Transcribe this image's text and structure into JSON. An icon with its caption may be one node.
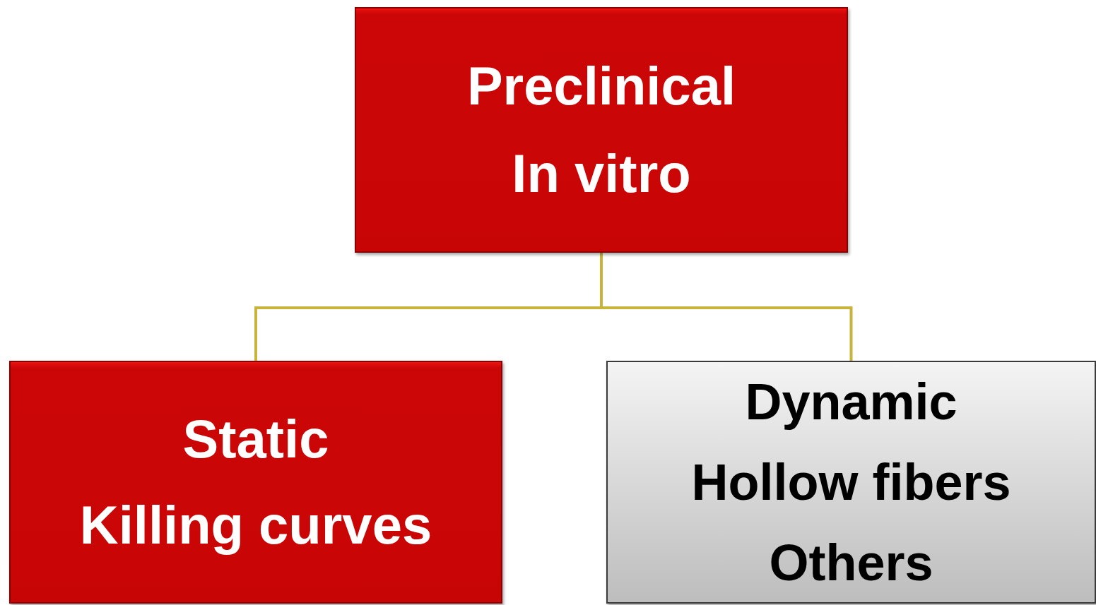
{
  "diagram": {
    "nodes": [
      {
        "text": [
          "Preclinical",
          "In vitro"
        ]
      },
      {
        "text": [
          "Static",
          "Killing curves"
        ]
      },
      {
        "text": [
          "Dynamic",
          "Hollow fibers",
          "Others"
        ]
      }
    ],
    "edges": [
      {
        "from": 0,
        "to": 1,
        "arrow": "none"
      },
      {
        "from": 0,
        "to": 2,
        "arrow": "none"
      }
    ]
  }
}
